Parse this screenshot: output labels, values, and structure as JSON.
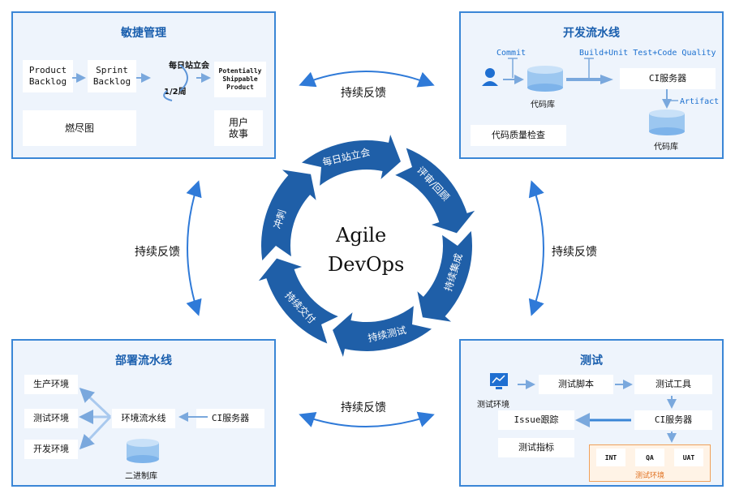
{
  "center": {
    "line1": "Agile",
    "line2": "DevOps"
  },
  "cycle_steps": [
    "每日站立会",
    "评审/回顾",
    "持续集成",
    "持续测试",
    "持续交付",
    "冲刺"
  ],
  "feedback_label": "持续反馈",
  "agile": {
    "title": "敏捷管理",
    "product_backlog": "Product\nBacklog",
    "sprint_backlog": "Sprint\nBacklog",
    "daily_standup": "每日站立会",
    "cycle": "1/2周",
    "potentially_shippable": "Potentially\nShippable\nProduct",
    "burndown": "燃尽图",
    "user_story": "用户\n故事"
  },
  "dev_pipeline": {
    "title": "开发流水线",
    "commit": "Commit",
    "build_label": "Build+Unit Test+Code Quality",
    "code_repo": "代码库",
    "ci_server": "CI服务器",
    "artifact": "Artifact",
    "code_repo2": "代码库",
    "code_quality": "代码质量检查"
  },
  "deploy_pipeline": {
    "title": "部署流水线",
    "prod": "生产环境",
    "test": "测试环境",
    "dev": "开发环境",
    "env_pipeline": "环境流水线",
    "ci_server": "CI服务器",
    "binary_repo": "二进制库"
  },
  "testing": {
    "title": "测试",
    "test_env": "测试环境",
    "test_script": "测试脚本",
    "test_tool": "测试工具",
    "issue_tracking": "Issue跟踪",
    "ci_server": "CI服务器",
    "test_metrics": "测试指标",
    "env_int": "INT",
    "env_qa": "QA",
    "env_uat": "UAT",
    "env_box_label": "测试环境"
  },
  "colors": {
    "panel_border": "#3a86d6",
    "panel_bg": "#eef4fc",
    "title_blue": "#1a5fae",
    "cycle_blue": "#1f5fa8",
    "arrow_blue": "#2f7ad8",
    "env_orange": "#f0a05a"
  }
}
